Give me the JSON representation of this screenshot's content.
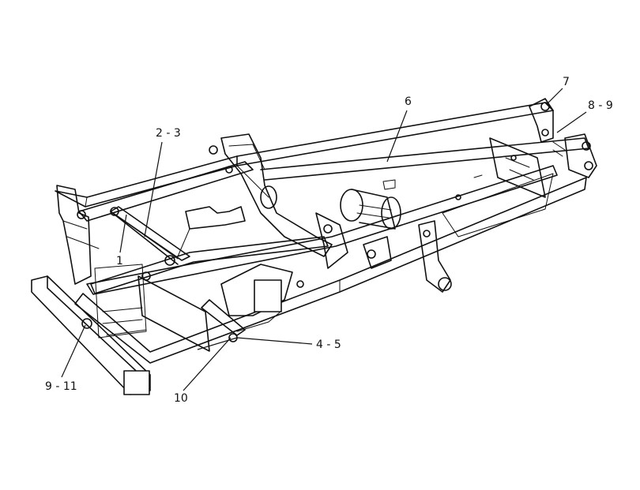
{
  "callouts": {
    "c1": "1",
    "c23": "2 - 3",
    "c45": "4 - 5",
    "c6": "6",
    "c7": "7",
    "c89": "8 - 9",
    "c911": "9 - 11",
    "c10": "10"
  },
  "colors": {
    "line": "#111111",
    "background": "#ffffff"
  }
}
